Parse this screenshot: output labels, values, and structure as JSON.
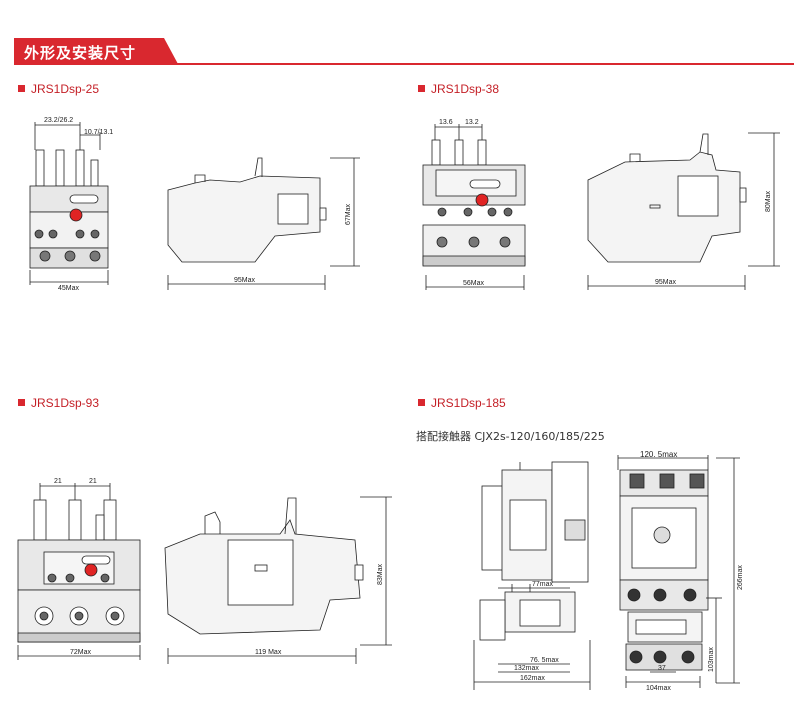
{
  "header": {
    "title": "外形及安装尺寸",
    "accent": "#d9282f"
  },
  "sections": [
    {
      "model": "JRS1Dsp-25",
      "dims": {
        "top": "23.2/26.2",
        "top2": "10.7/13.1",
        "width": "45Max",
        "length": "95Max",
        "height": "67Max"
      }
    },
    {
      "model": "JRS1Dsp-38",
      "dims": {
        "top": "13.6",
        "top2": "13.2",
        "width": "56Max",
        "length": "95Max",
        "height": "80Max"
      }
    },
    {
      "model": "JRS1Dsp-93",
      "dims": {
        "top": "21",
        "top2": "21",
        "width": "72Max",
        "length": "119 Max",
        "height": "83Max"
      }
    },
    {
      "model": "JRS1Dsp-185",
      "note": "搭配接触器 CJX2s-120/160/185/225",
      "dims": {
        "d1": "77max",
        "d2": "76. 5max",
        "d3": "132max",
        "d4": "162max",
        "d5": "120. 5max",
        "d6": "266max",
        "d7": "103max",
        "d8": "104max",
        "d9": "37"
      }
    }
  ]
}
